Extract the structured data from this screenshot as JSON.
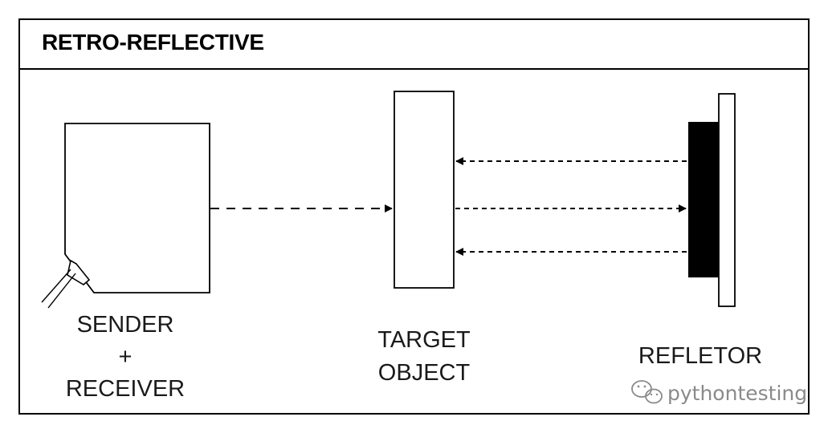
{
  "diagram": {
    "title": "RETRO-REFLECTIVE",
    "sender_label": {
      "line1": "SENDER",
      "line2": "+",
      "line3": "RECEIVER"
    },
    "target_label": {
      "line1": "TARGET",
      "line2": "OBJECT"
    },
    "reflector_label": "REFLETOR"
  },
  "watermark": {
    "icon": "wechat-icon",
    "text": "pythontesting"
  },
  "colors": {
    "stroke": "#000000",
    "text": "#1a1a1a",
    "watermark": "#8a8a8a"
  }
}
